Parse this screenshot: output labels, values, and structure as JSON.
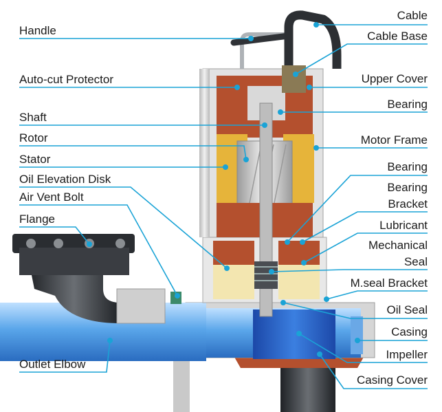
{
  "labels": {
    "handle": "Handle",
    "auto_cut_protector": "Auto-cut Protector",
    "shaft": "Shaft",
    "rotor": "Rotor",
    "stator": "Stator",
    "oil_elevation_disk": "Oil Elevation Disk",
    "air_vent_bolt": "Air Vent Bolt",
    "flange": "Flange",
    "outlet_elbow": "Outlet Elbow",
    "cable": "Cable",
    "cable_base": "Cable Base",
    "upper_cover": "Upper Cover",
    "bearing_upper": "Bearing",
    "motor_frame": "Motor Frame",
    "bearing_lower": "Bearing",
    "bearing_bracket_line1": "Bearing",
    "bearing_bracket_line2": "Bracket",
    "lubricant": "Lubricant",
    "mechanical_seal_line1": "Mechanical",
    "mechanical_seal_line2": "Seal",
    "mseal_bracket": "M.seal Bracket",
    "oil_seal": "Oil Seal",
    "casing": "Casing",
    "impeller": "Impeller",
    "casing_cover": "Casing Cover"
  },
  "colors": {
    "leader": "#1aa3d6",
    "copper": "#b4502e",
    "winding": "#e6b43a",
    "steel_gray": "#cfcfcf",
    "blue": "#2f7fd0",
    "dark_metal": "#2f3236",
    "oil_cream": "#f3e6b0"
  }
}
